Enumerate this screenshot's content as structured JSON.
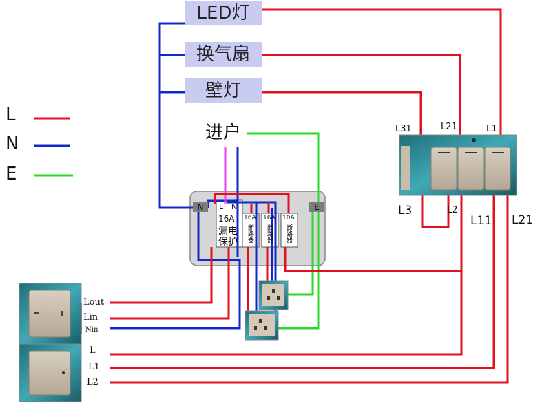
{
  "colors": {
    "live": "#e0101e",
    "neutral": "#1228c8",
    "earth": "#28d828",
    "phase_pink": "#e646e6",
    "lamp_box": "#c9cbf0"
  },
  "lamps": {
    "led": "LED灯",
    "fan": "换气扇",
    "wall": "壁灯"
  },
  "legend": {
    "live": "L",
    "neutral": "N",
    "earth": "E"
  },
  "entry_label": "进户",
  "panel": {
    "terminal_n": "N",
    "terminal_e": "E",
    "rcd_lines": [
      "L",
      "N"
    ],
    "rcd_rating": "16A",
    "rcd_name_1": "漏电",
    "rcd_name_2": "保护",
    "breaker1_rating": "16A",
    "breaker1_name": "断路器",
    "breaker2_rating": "16A",
    "breaker2_name": "断路器",
    "breaker3_rating": "10A",
    "breaker3_name": "断路器"
  },
  "switch_labels": {
    "top_l31": "L31",
    "top_l21": "L21",
    "top_l1": "L1",
    "bottom_l3": "L3",
    "bottom_l2": "L2",
    "bottom_l11": "L11",
    "bottom_l21": "L21"
  },
  "left_switch_labels": {
    "lout": "Lout",
    "lin": "Lin",
    "nin": "Nin",
    "l": "L",
    "l1": "L1",
    "l2": "L2"
  }
}
